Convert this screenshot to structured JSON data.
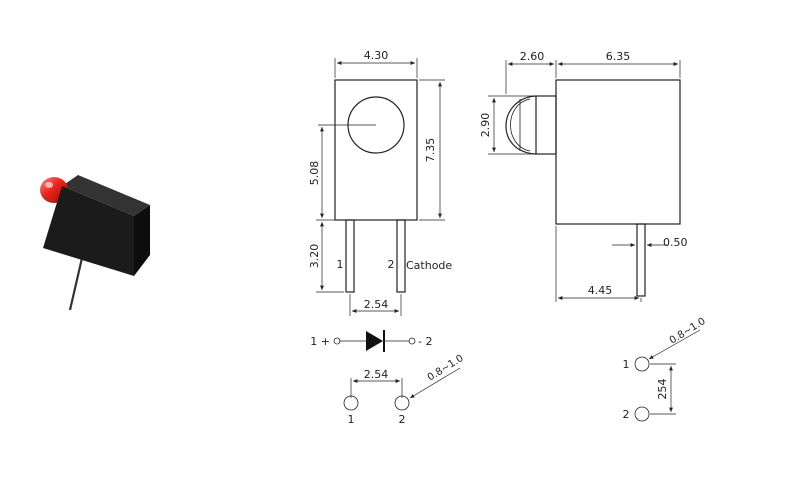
{
  "photo": {
    "body_color": "#1b1b1b",
    "lens_color": "#e8231c"
  },
  "front_view": {
    "dim_width": "4.30",
    "dim_height": "7.35",
    "dim_led_height": "5.08",
    "dim_lead_length": "3.20",
    "dim_pitch": "2.54",
    "pin1_label": "1",
    "pin2_label": "2",
    "cathode_label": "Cathode"
  },
  "side_view": {
    "dim_lens_length": "2.60",
    "dim_body_depth": "6.35",
    "dim_lens_diameter": "2.90",
    "dim_lead_width": "0.50",
    "dim_lead_offset": "4.45"
  },
  "schematic": {
    "left_terminal": "1 +",
    "right_terminal": "- 2"
  },
  "footprint_horizontal": {
    "dim_pitch": "2.54",
    "dim_hole": "0.8~1.0",
    "pad1_label": "1",
    "pad2_label": "2"
  },
  "footprint_vertical": {
    "dim_pitch": "254",
    "dim_hole": "0.8~1.0",
    "pad1_label": "1",
    "pad2_label": "2"
  }
}
